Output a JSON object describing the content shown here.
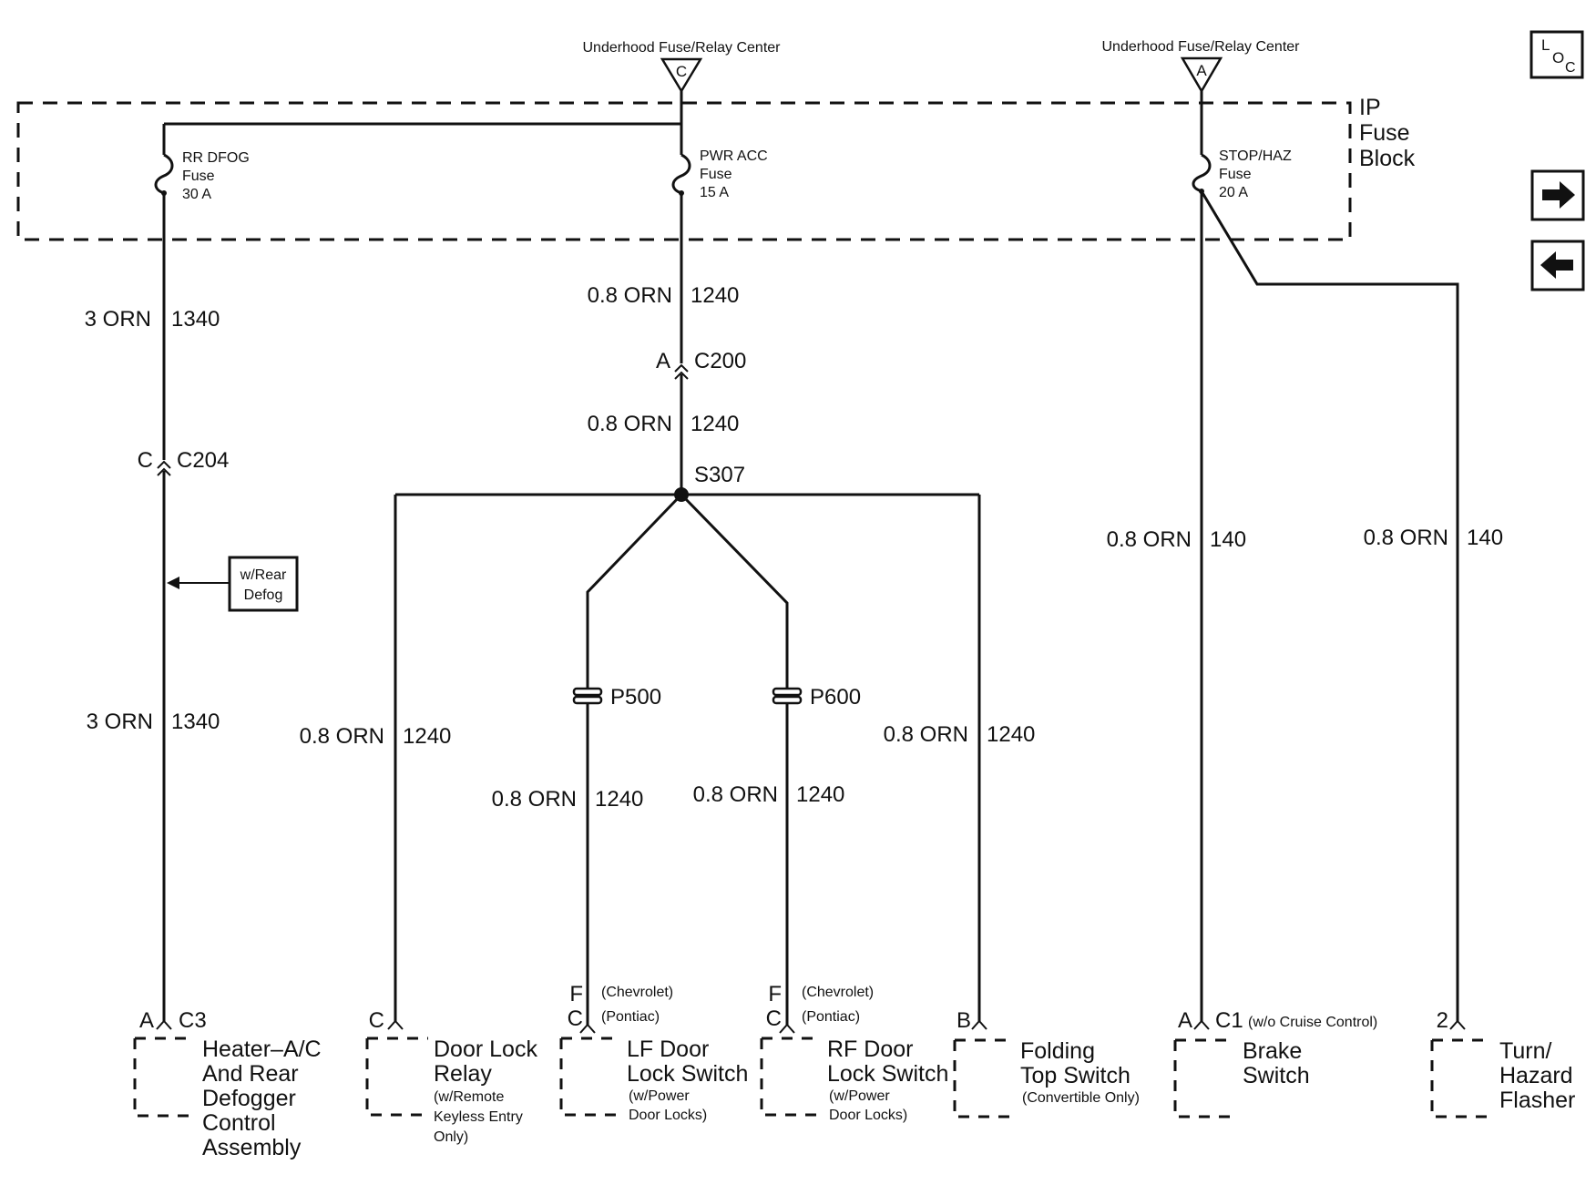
{
  "sources": {
    "left": {
      "name": "Underhood Fuse/Relay Center",
      "terminal": "C"
    },
    "right": {
      "name": "Underhood Fuse/Relay Center",
      "terminal": "A"
    }
  },
  "fuse_block": {
    "line1": "IP",
    "line2": "Fuse",
    "line3": "Block"
  },
  "fuses": {
    "rr_dfog": {
      "name": "RR DFOG",
      "type": "Fuse",
      "rating": "30 A"
    },
    "pwr_acc": {
      "name": "PWR ACC",
      "type": "Fuse",
      "rating": "15 A"
    },
    "stop_haz": {
      "name": "STOP/HAZ",
      "type": "Fuse",
      "rating": "20 A"
    }
  },
  "wire_labels": {
    "w1340_top": {
      "gauge": "3 ORN",
      "circuit": "1340"
    },
    "w1340_bot": {
      "gauge": "3 ORN",
      "circuit": "1340"
    },
    "w1240_a": {
      "gauge": "0.8 ORN",
      "circuit": "1240"
    },
    "w1240_b": {
      "gauge": "0.8 ORN",
      "circuit": "1240"
    },
    "w1240_relay": {
      "gauge": "0.8 ORN",
      "circuit": "1240"
    },
    "w1240_lf": {
      "gauge": "0.8 ORN",
      "circuit": "1240"
    },
    "w1240_rf": {
      "gauge": "0.8 ORN",
      "circuit": "1240"
    },
    "w1240_fold": {
      "gauge": "0.8 ORN",
      "circuit": "1240"
    },
    "w140_brake": {
      "gauge": "0.8 ORN",
      "circuit": "140"
    },
    "w140_flasher": {
      "gauge": "0.8 ORN",
      "circuit": "140"
    }
  },
  "connectors": {
    "c200": {
      "pin": "A",
      "name": "C200"
    },
    "c204": {
      "pin": "C",
      "name": "C204"
    },
    "splice": "S307",
    "p500": "P500",
    "p600": "P600"
  },
  "option_box": {
    "line1": "w/Rear",
    "line2": "Defog"
  },
  "components": {
    "heater": {
      "pin": "A",
      "conn": "C3",
      "lines": [
        "Heater–A/C",
        "And Rear",
        "Defogger",
        "Control",
        "Assembly"
      ]
    },
    "relay": {
      "pin": "C",
      "lines": [
        "Door Lock",
        "Relay"
      ],
      "note": [
        "(w/Remote",
        "Keyless Entry",
        "Only)"
      ]
    },
    "lf": {
      "pin_chev": "F",
      "pin_pont": "C",
      "chev": "(Chevrolet)",
      "pont": "(Pontiac)",
      "lines": [
        "LF Door",
        "Lock Switch"
      ],
      "note": [
        "(w/Power",
        "Door Locks)"
      ]
    },
    "rf": {
      "pin_chev": "F",
      "pin_pont": "C",
      "chev": "(Chevrolet)",
      "pont": "(Pontiac)",
      "lines": [
        "RF Door",
        "Lock Switch"
      ],
      "note": [
        "(w/Power",
        "Door Locks)"
      ]
    },
    "folding": {
      "pin": "B",
      "lines": [
        "Folding",
        "Top Switch"
      ],
      "note": [
        "(Convertible Only)"
      ]
    },
    "brake": {
      "pin": "A",
      "conn": "C1",
      "conn_note": "(w/o Cruise Control)",
      "lines": [
        "Brake",
        "Switch"
      ]
    },
    "flasher": {
      "pin": "2",
      "lines": [
        "Turn/",
        "Hazard",
        "Flasher"
      ]
    }
  },
  "nav": {
    "loc_l": "L",
    "loc_o": "O",
    "loc_c": "C",
    "next_icon": "arrow-right-icon",
    "prev_icon": "arrow-left-icon"
  }
}
